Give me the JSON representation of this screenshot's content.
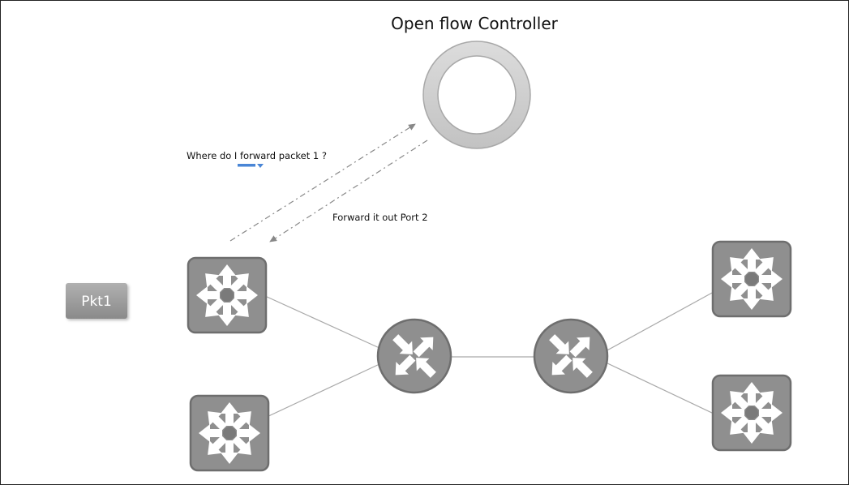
{
  "title": "Open flow Controller",
  "query_message": "Where do I forward packet 1 ?",
  "reply_message": "Forward it out Port 2",
  "packet_label": "Pkt1",
  "nodes": {
    "controller": {
      "type": "controller",
      "icon": "ring-icon"
    },
    "switches": [
      "openflow-switch-icon",
      "openflow-switch-icon",
      "openflow-switch-icon",
      "openflow-switch-icon"
    ],
    "routers": [
      "router-icon",
      "router-icon"
    ]
  },
  "colors": {
    "device_fill": "#8f8f8f",
    "device_border": "#6e6e6e",
    "link": "#a9a9a9",
    "ring": "#cfcfcf",
    "arrow": "#888888",
    "marker": "#4a86d6",
    "packet": "#9a9a9a"
  }
}
